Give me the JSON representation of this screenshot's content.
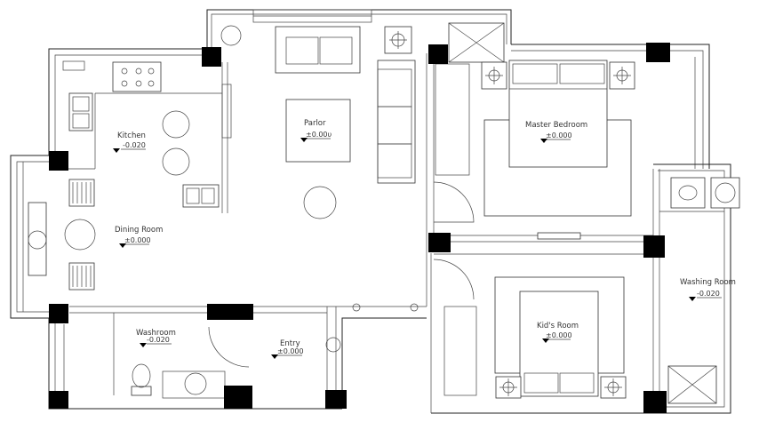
{
  "rooms": {
    "kitchen": {
      "name": "Kitchen",
      "level": "-0.020"
    },
    "dining": {
      "name": "Dining Room",
      "level": "±0.000"
    },
    "parlor": {
      "name": "Parlor",
      "level": "±0.00υ"
    },
    "master": {
      "name": "Master Bedroom",
      "level": "±0.000"
    },
    "washing": {
      "name": "Washing Room",
      "level": "-0.020"
    },
    "washroom": {
      "name": "Washroom",
      "level": "-0.020"
    },
    "entry": {
      "name": "Entry",
      "level": "±0.000"
    },
    "kids": {
      "name": "Kid's Room",
      "level": "±0.000"
    }
  },
  "colors": {
    "lines": "#222222",
    "pillar": "#000000",
    "background": "#ffffff"
  }
}
